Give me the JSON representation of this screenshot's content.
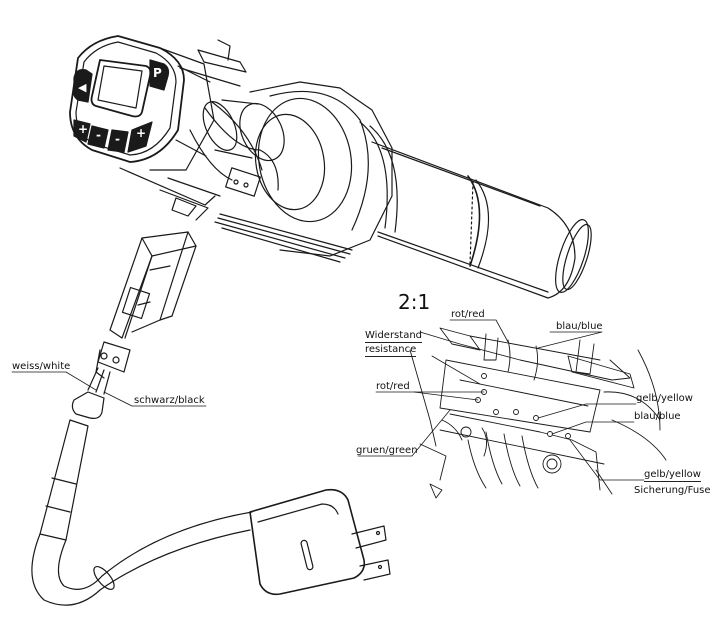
{
  "scale_label": "2:1",
  "labels": {
    "weiss_white": "weiss/white",
    "schwarz_black": "schwarz/black",
    "rot_red_top": "rot/red",
    "blau_blue_top": "blau/blue",
    "widerstand": "Widerstand",
    "resistance": "resistance",
    "rot_red_left": "rot/red",
    "gelb_yellow_top": "gelb/yellow",
    "blau_blue_right": "blau/blue",
    "gruen_green": "gruen/green",
    "gelb_yellow_bottom": "gelb/yellow",
    "sicherung_fuse": "Sicherung/Fuse"
  },
  "panel_buttons": {
    "left": "◀",
    "right": "P",
    "plus_left": "+",
    "minus_left": "-",
    "minus_right": "-",
    "plus_right": "+"
  }
}
